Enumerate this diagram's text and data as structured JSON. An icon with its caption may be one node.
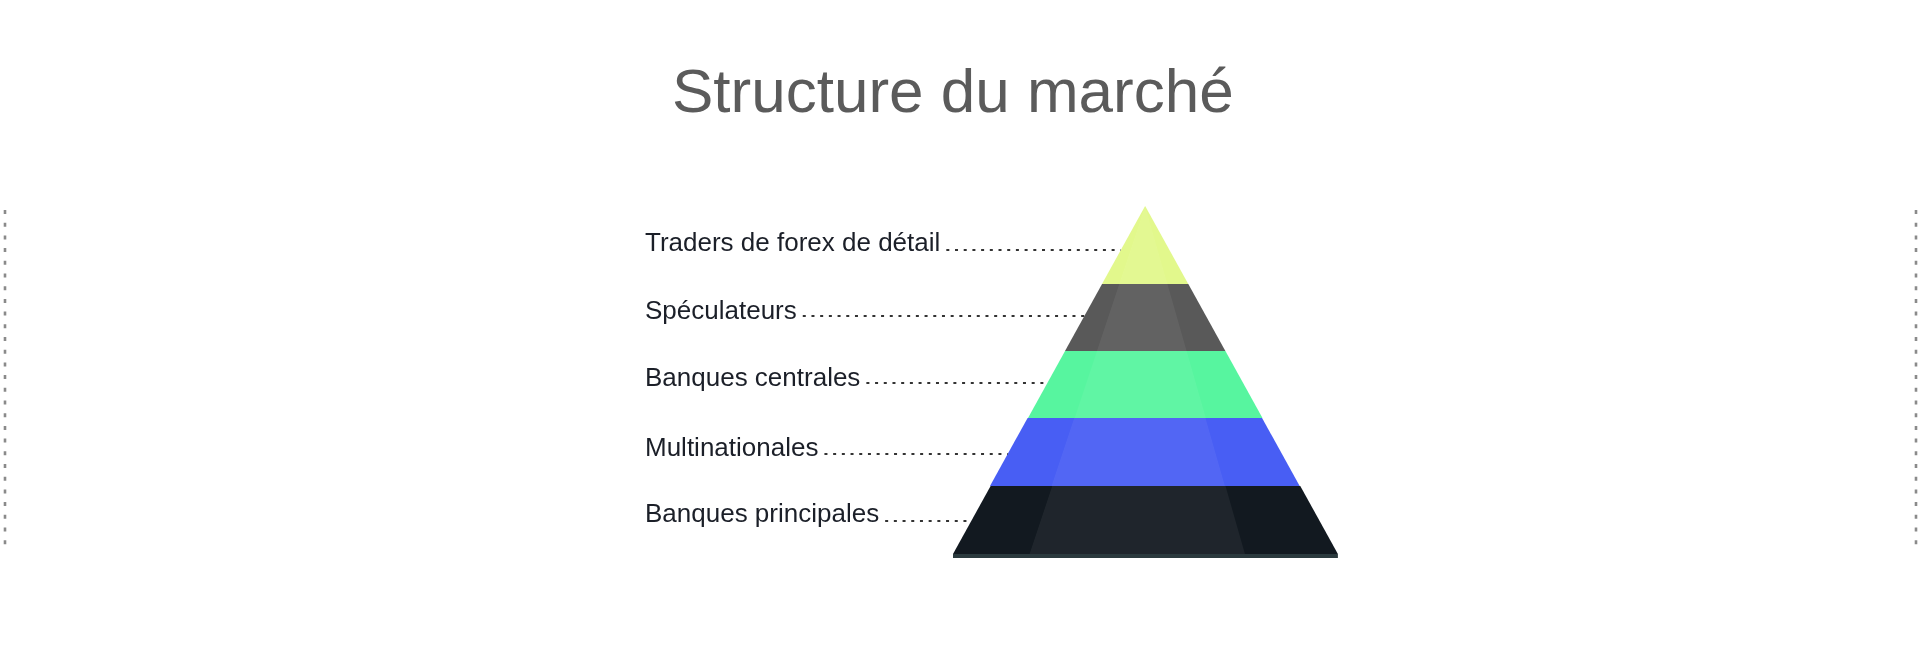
{
  "diagram": {
    "title": "Structure du marché",
    "nodes": [
      {
        "text": [
          "Traders de forex de détail"
        ]
      },
      {
        "text": [
          "Spéculateurs"
        ]
      },
      {
        "text": [
          "Banques centrales"
        ]
      },
      {
        "text": [
          "Multinationales"
        ]
      },
      {
        "text": [
          "Banques principales"
        ]
      },
      {
        "text": [],
        "shape": "triangle"
      },
      {
        "text": [],
        "shape": "trapezoid"
      },
      {
        "text": [],
        "shape": "trapezoid"
      },
      {
        "text": [],
        "shape": "trapezoid"
      },
      {
        "text": [],
        "shape": "trapezoid"
      }
    ],
    "edges": [
      {
        "from": 0,
        "to": 5,
        "arrow": "none",
        "style": "dashed"
      },
      {
        "from": 1,
        "to": 6,
        "arrow": "none",
        "style": "dashed"
      },
      {
        "from": 2,
        "to": 7,
        "arrow": "none",
        "style": "dashed"
      },
      {
        "from": 3,
        "to": 8,
        "arrow": "none",
        "style": "dashed"
      },
      {
        "from": 4,
        "to": 9,
        "arrow": "none",
        "style": "dashed"
      }
    ]
  }
}
